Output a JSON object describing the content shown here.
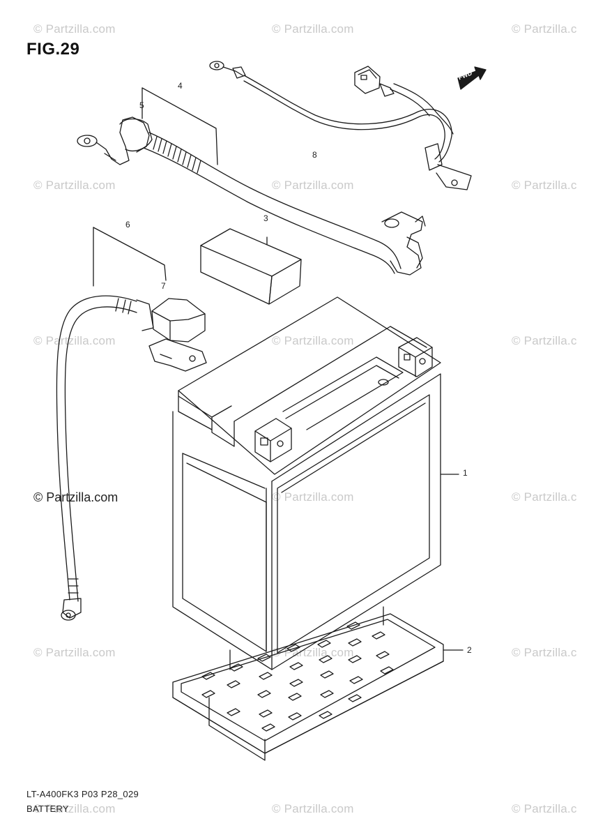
{
  "figure": {
    "title": "FIG.29"
  },
  "watermark": {
    "text": "© Partzilla.com",
    "text_truncated": "© Partzilla.c"
  },
  "callouts": [
    "1",
    "2",
    "3",
    "4",
    "5",
    "6",
    "7",
    "8"
  ],
  "fwd_label": "FWD",
  "footer": {
    "model_code": "LT-A400FK3 P03 P28_029",
    "section": "BATTERY"
  },
  "colors": {
    "line": "#1a1a1a",
    "watermark": "#c9c9c9"
  }
}
